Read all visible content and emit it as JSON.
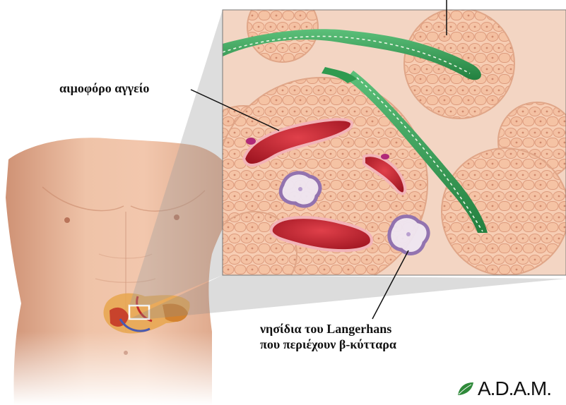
{
  "labels": {
    "blood_vessel": "αιμοφόρο αγγείο",
    "islets_line1": "νησίδια του Langerhans",
    "islets_line2": "που περιέχουν β-κύτταρα"
  },
  "logo": {
    "text": "A.D.A.M.",
    "icon": "leaf-icon",
    "color": "#2f8a3a"
  },
  "colors": {
    "skin": "#e9b59a",
    "tissue": "#f6c7aa",
    "cell_outline": "#d89676",
    "duct": "#3aa35b",
    "blood": "#c8202a",
    "islet": "#b7a4c9",
    "shade": "#c9c9c9"
  }
}
